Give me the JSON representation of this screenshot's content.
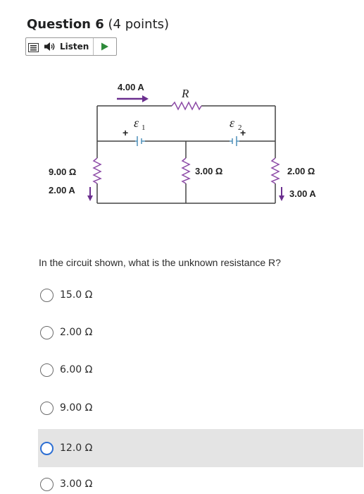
{
  "question": {
    "number_label": "Question 6",
    "points_label": "(4 points)",
    "text": "In the circuit shown, what is the unknown resistance R?"
  },
  "listen": {
    "label": "Listen"
  },
  "circuit": {
    "current_top": "4.00 A",
    "resistor_R": "R",
    "emf1": "ε",
    "emf1_sub": "1",
    "emf2": "ε",
    "emf2_sub": "2",
    "left_resistance": "9.00 Ω",
    "left_current": "2.00 A",
    "middle_resistance": "3.00 Ω",
    "right_resistance": "2.00 Ω",
    "right_current": "3.00 A",
    "plus": "+",
    "colors": {
      "arrow": "#6b2f8f",
      "resistor": "#8c4aa6",
      "battery": "#4d8fb8",
      "wire": "#444444"
    }
  },
  "options": [
    {
      "label": "15.0 Ω",
      "selected": false
    },
    {
      "label": "2.00 Ω",
      "selected": false
    },
    {
      "label": "6.00 Ω",
      "selected": false
    },
    {
      "label": "9.00 Ω",
      "selected": false
    },
    {
      "label": "12.0 Ω",
      "selected": true
    },
    {
      "label": "3.00 Ω",
      "selected": false
    }
  ],
  "colors": {
    "selected_bg": "#e4e4e4",
    "selected_radio": "#2d6fd3",
    "play": "#2e8b3a"
  }
}
